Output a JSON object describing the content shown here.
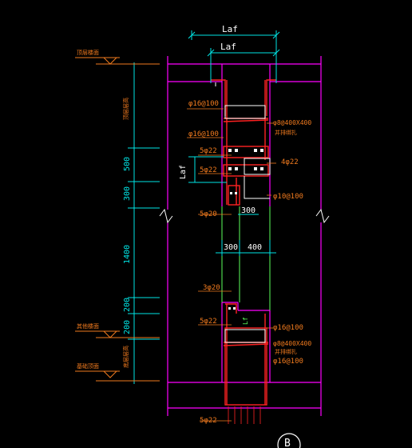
{
  "colors": {
    "background": "#000000",
    "dimension": "#00e5e5",
    "outline": "#ff00ff",
    "rebar": "#ff2222",
    "annotation": "#f07a1e",
    "white": "#ffffff",
    "green": "#5cff5c",
    "yellow": "#e8e800"
  },
  "labels": {
    "laf_top": "Laf",
    "laf_inner": "Laf",
    "laf_side": "Laf",
    "lf_lower": "Lf"
  },
  "dimensions": {
    "d500": "500",
    "d300a": "300",
    "d1400": "1400",
    "d200a": "200",
    "d200b": "200",
    "w300": "300",
    "w400": "400",
    "w300b": "300"
  },
  "left_notes": {
    "top_elev": "顶层楼面",
    "top_height": "顶层层高",
    "mid_elev": "其他楼面",
    "low_elev": "基础顶面",
    "low_height": "底层层高"
  },
  "rebar_notes": {
    "n1": "φ16@100",
    "n2": "φ16@100",
    "n3": "φ8@400X400",
    "n4": "并排绑扎",
    "n5": "5φ22",
    "n6": "5φ22",
    "n7": "4φ22",
    "n8": "φ10@100",
    "n9": "5φ20",
    "n10": "3φ20",
    "n11": "5φ22",
    "n12": "φ16@100",
    "n13": "φ8@400X400",
    "n14": "并排绑扎",
    "n15": "φ16@100",
    "n16": "5φ22"
  },
  "section_mark": "B"
}
